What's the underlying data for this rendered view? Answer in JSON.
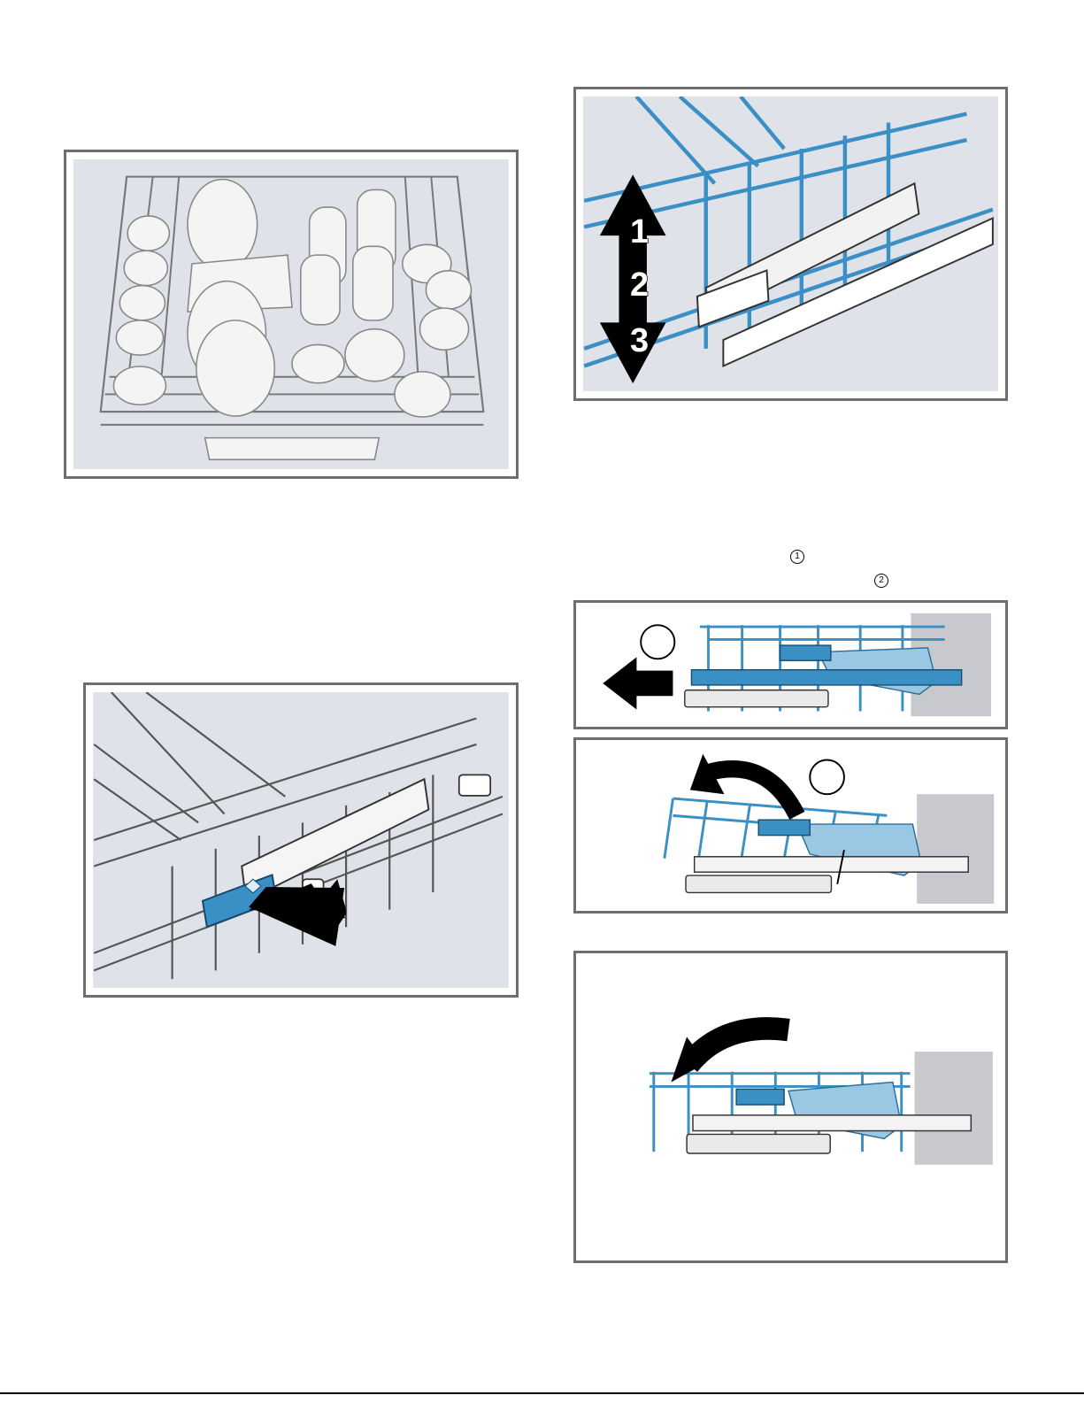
{
  "figure_upper_rack": {
    "icon": "loaded-upper-rack-illustration"
  },
  "figure_press_lever": {
    "icon": "press-lever-illustration"
  },
  "figure_height_levels": {
    "icon": "rack-height-arrow-illustration",
    "levels": [
      "1",
      "2",
      "3"
    ]
  },
  "callouts": {
    "first": "1",
    "second": "2"
  },
  "figure_pull_out": {
    "icon": "pull-rack-out-illustration"
  },
  "figure_tilt_up": {
    "icon": "tilt-rack-up-illustration"
  },
  "figure_insert": {
    "icon": "insert-rack-illustration"
  },
  "colors": {
    "accent_blue": "#3a8fc4",
    "light_blue": "#9ac8e4",
    "panel_gray": "#dfe2e8",
    "frame_gray": "#6e6e6e"
  }
}
